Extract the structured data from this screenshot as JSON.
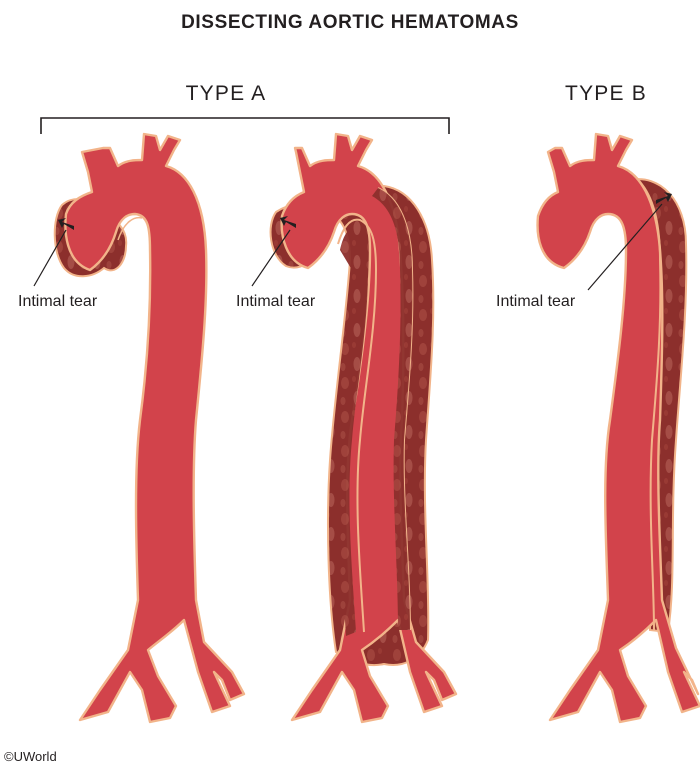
{
  "title": "DISSECTING AORTIC HEMATOMAS",
  "groups": {
    "type_a": "TYPE A",
    "type_b": "TYPE B"
  },
  "labels": {
    "tear_1": "Intimal tear",
    "tear_2": "Intimal tear",
    "tear_3": "Intimal tear"
  },
  "copyright": "©UWorld",
  "colors": {
    "aorta_fill": "#d2434b",
    "aorta_outline": "#f2b48a",
    "hematoma": "#8c2f2c",
    "hematoma_mottle": "#b05a52",
    "text": "#231f20"
  }
}
